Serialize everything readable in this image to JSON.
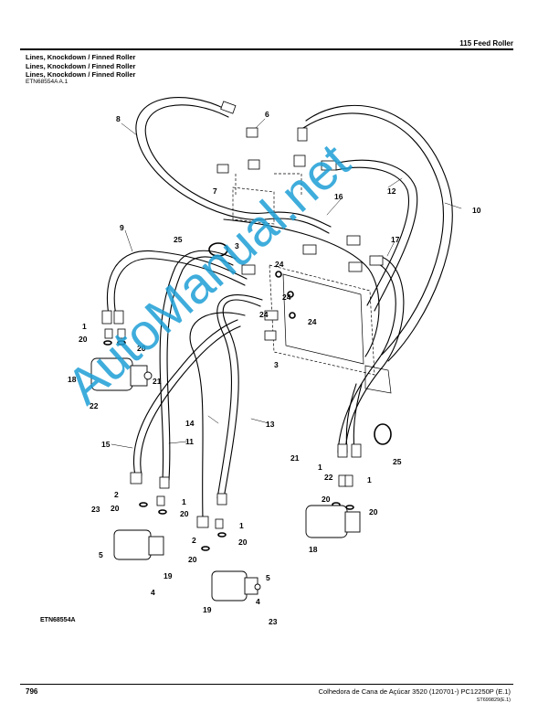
{
  "header": {
    "section": "115 Feed Roller",
    "titles": [
      "Lines, Knockdown / Finned Roller",
      "Lines, Knockdown / Finned Roller",
      "Lines, Knockdown / Finned Roller"
    ],
    "ref": "ETN68554A A.1"
  },
  "diagram": {
    "id_label": "ETN68554A",
    "watermark": "AutoManual.net",
    "callouts": [
      "1",
      "2",
      "3",
      "4",
      "5",
      "6",
      "7",
      "8",
      "9",
      "10",
      "11",
      "12",
      "13",
      "14",
      "15",
      "16",
      "17",
      "18",
      "19",
      "20",
      "21",
      "22",
      "23",
      "24",
      "25"
    ]
  },
  "footer": {
    "page": "796",
    "book": "Colhedora de Cana de Açúcar 3520 (120701-)    PC12250P    (E.1)",
    "code": "ST699829(E.1)"
  },
  "colors": {
    "line": "#000000",
    "watermark": "#1e9fd6"
  }
}
